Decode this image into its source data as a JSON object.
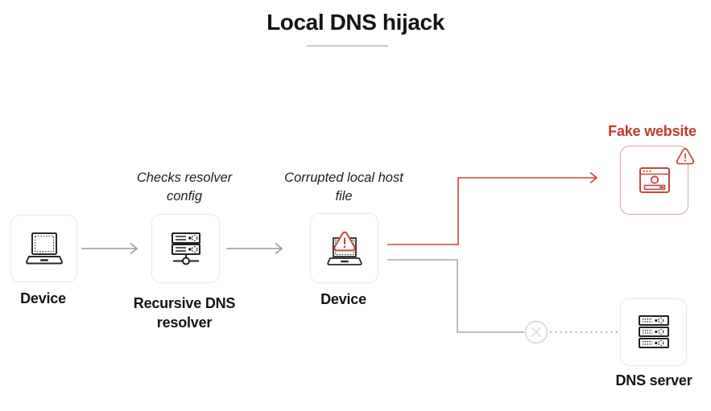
{
  "title": "Local DNS hijack",
  "nodes": {
    "device1": {
      "label": "Device"
    },
    "resolver": {
      "label": "Recursive DNS resolver",
      "annotation": "Checks resolver config"
    },
    "device2": {
      "label": "Device",
      "annotation": "Corrupted local host file"
    },
    "fake_website": {
      "label": "Fake website"
    },
    "dns_server": {
      "label": "DNS server"
    }
  },
  "icons": {
    "device1": "laptop-icon",
    "resolver": "dns-resolver-icon",
    "device2": "laptop-warning-icon",
    "fake_website": "browser-window-icon",
    "fake_website_badge": "warning-triangle-icon",
    "dns_server": "server-stack-icon",
    "blocked_path": "blocked-x-icon",
    "flow_arrows": "arrow-right-icon"
  },
  "colors": {
    "accent_red": "#c5463a",
    "red_text": "#c13a2c",
    "arrow_gray": "#97999e",
    "path_gray": "#a9a9a9",
    "dotted_gray": "#b4b4b4",
    "blocked_gray": "#d4d4d4",
    "box_border": "#e9e9e9",
    "fake_box_border": "#dba79f",
    "title_underline": "#c9c9c9",
    "text": "#131518"
  }
}
